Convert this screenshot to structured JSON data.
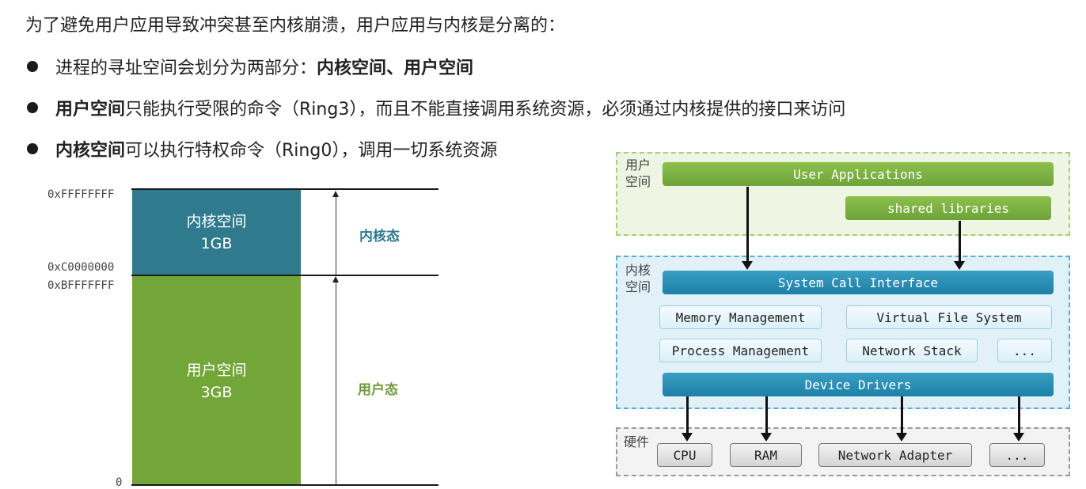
{
  "intro": "为了避免用户应用导致冲突甚至内核崩溃，用户应用与内核是分离的：",
  "bullets": [
    {
      "plain": "进程的寻址空间会划分为两部分：",
      "bold": "内核空间、用户空间",
      "rest": ""
    },
    {
      "plain": "",
      "bold": "用户空间",
      "rest": "只能执行受限的命令（Ring3），而且不能直接调用系统资源，必须通过内核提供的接口来访问"
    },
    {
      "plain": "",
      "bold": "内核空间",
      "rest": "可以执行特权命令（Ring0），调用一切系统资源"
    }
  ],
  "memory_map": {
    "addr_top": "0xFFFFFFFF",
    "addr_kernel_start": "0xC0000000",
    "addr_user_end": "0xBFFFFFFF",
    "addr_zero": "0",
    "kernel_name": "内核空间",
    "kernel_size": "1GB",
    "user_name": "用户空间",
    "user_size": "3GB",
    "kernel_mode": "内核态",
    "user_mode": "用户态",
    "colors": {
      "kernel": "#2f7a8c",
      "user": "#72a638",
      "kernel_mode_text": "#2f7a8c",
      "user_mode_text": "#6e9a3a"
    }
  },
  "arch": {
    "user_zone_label": "用户空间",
    "kernel_zone_label": "内核空间",
    "hw_zone_label": "硬件",
    "user_apps": "User Applications",
    "shared_libs": "shared libraries",
    "syscall": "System Call Interface",
    "mem_mgmt": "Memory Management",
    "vfs": "Virtual File System",
    "proc_mgmt": "Process Management",
    "net_stack": "Network Stack",
    "kernel_more": "...",
    "drivers": "Device Drivers",
    "cpu": "CPU",
    "ram": "RAM",
    "net_adapter": "Network Adapter",
    "hw_more": "...",
    "colors": {
      "user_zone_bg": "#eef5e2",
      "user_zone_border": "#a9cc7a",
      "kernel_zone_bg": "#e2f1f8",
      "kernel_zone_border": "#5aaecf",
      "hw_zone_bg": "#f3f3f3",
      "hw_zone_border": "#999999"
    }
  }
}
